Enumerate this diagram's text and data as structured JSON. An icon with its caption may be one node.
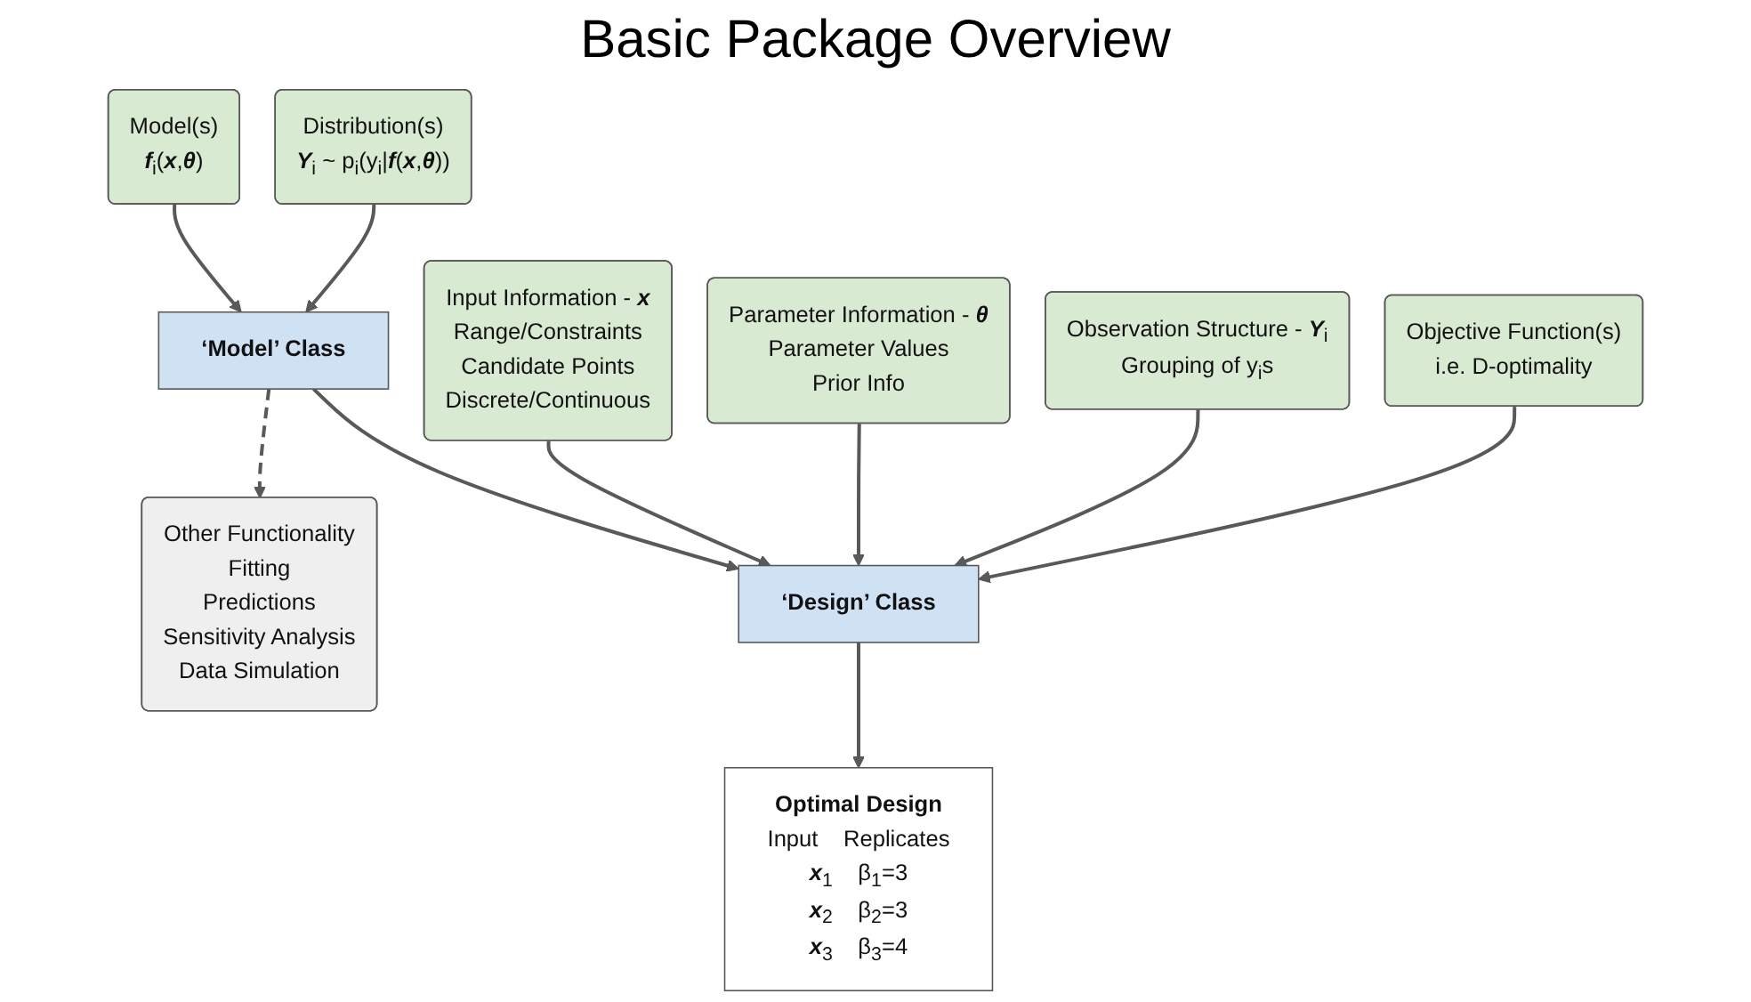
{
  "diagram": {
    "title": "Basic Package Overview",
    "nodes": [
      {
        "text": [
          "Model(s)",
          "**f**$_{i}$(**x**,**θ**)"
        ]
      },
      {
        "text": [
          "Distribution(s)",
          "**Y**$_{i}$ ~ p$_{i}$(y$_{i}$|**f**(**x**,**θ**))"
        ]
      },
      {
        "text": [
          "‘Model’ Class"
        ]
      },
      {
        "text": [
          "Input Information - **x**",
          "Range/Constraints",
          "Candidate Points",
          "Discrete/Continuous"
        ]
      },
      {
        "text": [
          "Parameter Information - **θ**",
          "Parameter Values",
          "Prior Info"
        ]
      },
      {
        "text": [
          "Observation Structure - **Y**$_{i}$",
          "Grouping of y$_{i}$s"
        ]
      },
      {
        "text": [
          "Objective Function(s)",
          "i.e. D-optimality"
        ]
      },
      {
        "text": [
          "Other Functionality",
          "Fitting",
          "Predictions",
          "Sensitivity Analysis",
          "Data Simulation"
        ]
      },
      {
        "text": [
          "‘Design’ Class"
        ]
      },
      {
        "text": [
          "Optimal Design",
          "Input",
          "Replicates",
          "**x**$_{1}$",
          "β$_{1}$=3",
          "**x**$_{2}$",
          "β$_{2}$=3",
          "**x**$_{3}$",
          "β$_{3}$=4"
        ]
      }
    ],
    "edges": [
      {
        "from": 0,
        "to": 2,
        "arrow": "to"
      },
      {
        "from": 1,
        "to": 2,
        "arrow": "to"
      },
      {
        "from": 2,
        "to": 7,
        "arrow": "to",
        "style": "dashed"
      },
      {
        "from": 2,
        "to": 8,
        "arrow": "to"
      },
      {
        "from": 3,
        "to": 8,
        "arrow": "to"
      },
      {
        "from": 4,
        "to": 8,
        "arrow": "to"
      },
      {
        "from": 5,
        "to": 8,
        "arrow": "to"
      },
      {
        "from": 6,
        "to": 8,
        "arrow": "to"
      },
      {
        "from": 8,
        "to": 9,
        "arrow": "to"
      }
    ]
  }
}
